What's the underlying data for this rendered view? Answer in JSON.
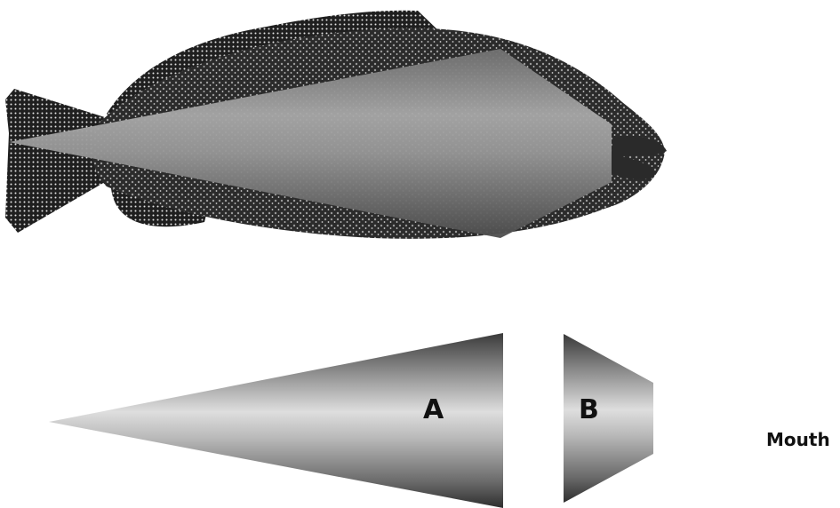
{
  "labels": {
    "section_a": "A",
    "section_b": "B",
    "mouth": "Mouth"
  }
}
